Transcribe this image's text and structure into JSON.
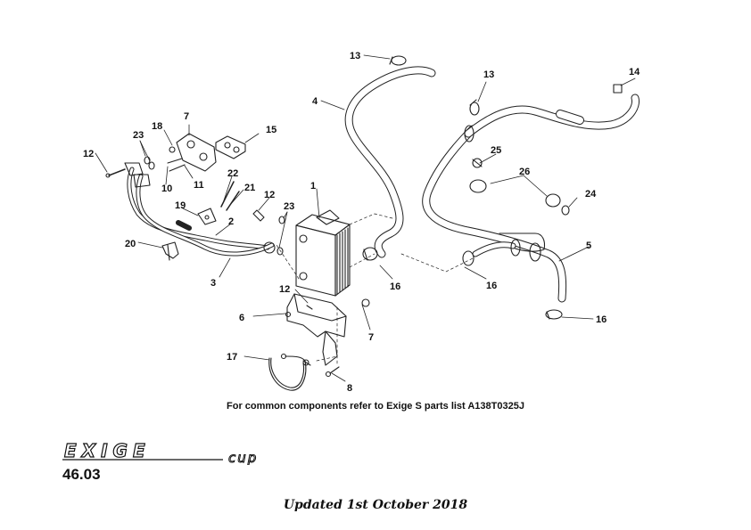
{
  "callouts": {
    "c1": "1",
    "c2": "2",
    "c3": "3",
    "c4": "4",
    "c5": "5",
    "c6": "6",
    "c7a": "7",
    "c7b": "7",
    "c8": "8",
    "c10": "10",
    "c11": "11",
    "c12a": "12",
    "c12b": "12",
    "c12c": "12",
    "c13a": "13",
    "c13b": "13",
    "c14": "14",
    "c15": "15",
    "c16a": "16",
    "c16b": "16",
    "c16c": "16",
    "c17": "17",
    "c18": "18",
    "c19": "19",
    "c20": "20",
    "c21": "21",
    "c22": "22",
    "c23a": "23",
    "c23b": "23",
    "c24": "24",
    "c25": "25",
    "c26": "26"
  },
  "note": "For common components refer to Exige S parts list A138T0325J",
  "logo": {
    "brand": "EXIGE",
    "variant": "cup"
  },
  "sheet_number": "46.03",
  "updated": "Updated 1st October 2018"
}
